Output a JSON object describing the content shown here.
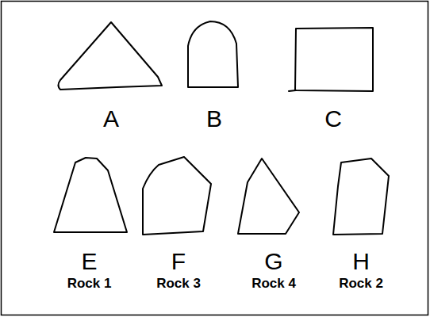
{
  "diagram": {
    "nodes": [
      {
        "text": [
          "A"
        ]
      },
      {
        "text": [
          "B"
        ]
      },
      {
        "text": [
          "C"
        ]
      },
      {
        "text": [
          "E",
          "Rock 1"
        ]
      },
      {
        "text": [
          "F",
          "Rock 3"
        ]
      },
      {
        "text": [
          "G",
          "Rock 4"
        ]
      },
      {
        "text": [
          "H",
          "Rock 2"
        ]
      }
    ]
  }
}
